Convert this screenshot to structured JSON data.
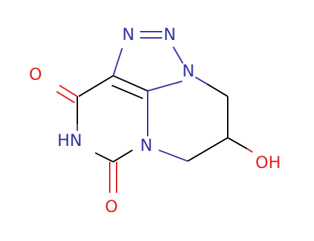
{
  "molecule": {
    "atoms": [
      {
        "id": "N1",
        "label": "N",
        "color": "#3333a3"
      },
      {
        "id": "N2",
        "label": "N",
        "color": "#3333a3"
      },
      {
        "id": "N3",
        "label": "N",
        "color": "#3333a3"
      },
      {
        "id": "N4",
        "label": "N",
        "color": "#3333a3"
      },
      {
        "id": "NH",
        "label": "HN",
        "color": "#3333a3"
      },
      {
        "id": "O1",
        "label": "O",
        "color": "#e51f1f"
      },
      {
        "id": "O2",
        "label": "O",
        "color": "#e51f1f"
      },
      {
        "id": "OH",
        "label": "OH",
        "color": "#e51f1f"
      }
    ],
    "colors": {
      "bond": "#000000",
      "nitrogen": "#3333a3",
      "oxygen": "#e51f1f",
      "background": "#ffffff"
    }
  }
}
